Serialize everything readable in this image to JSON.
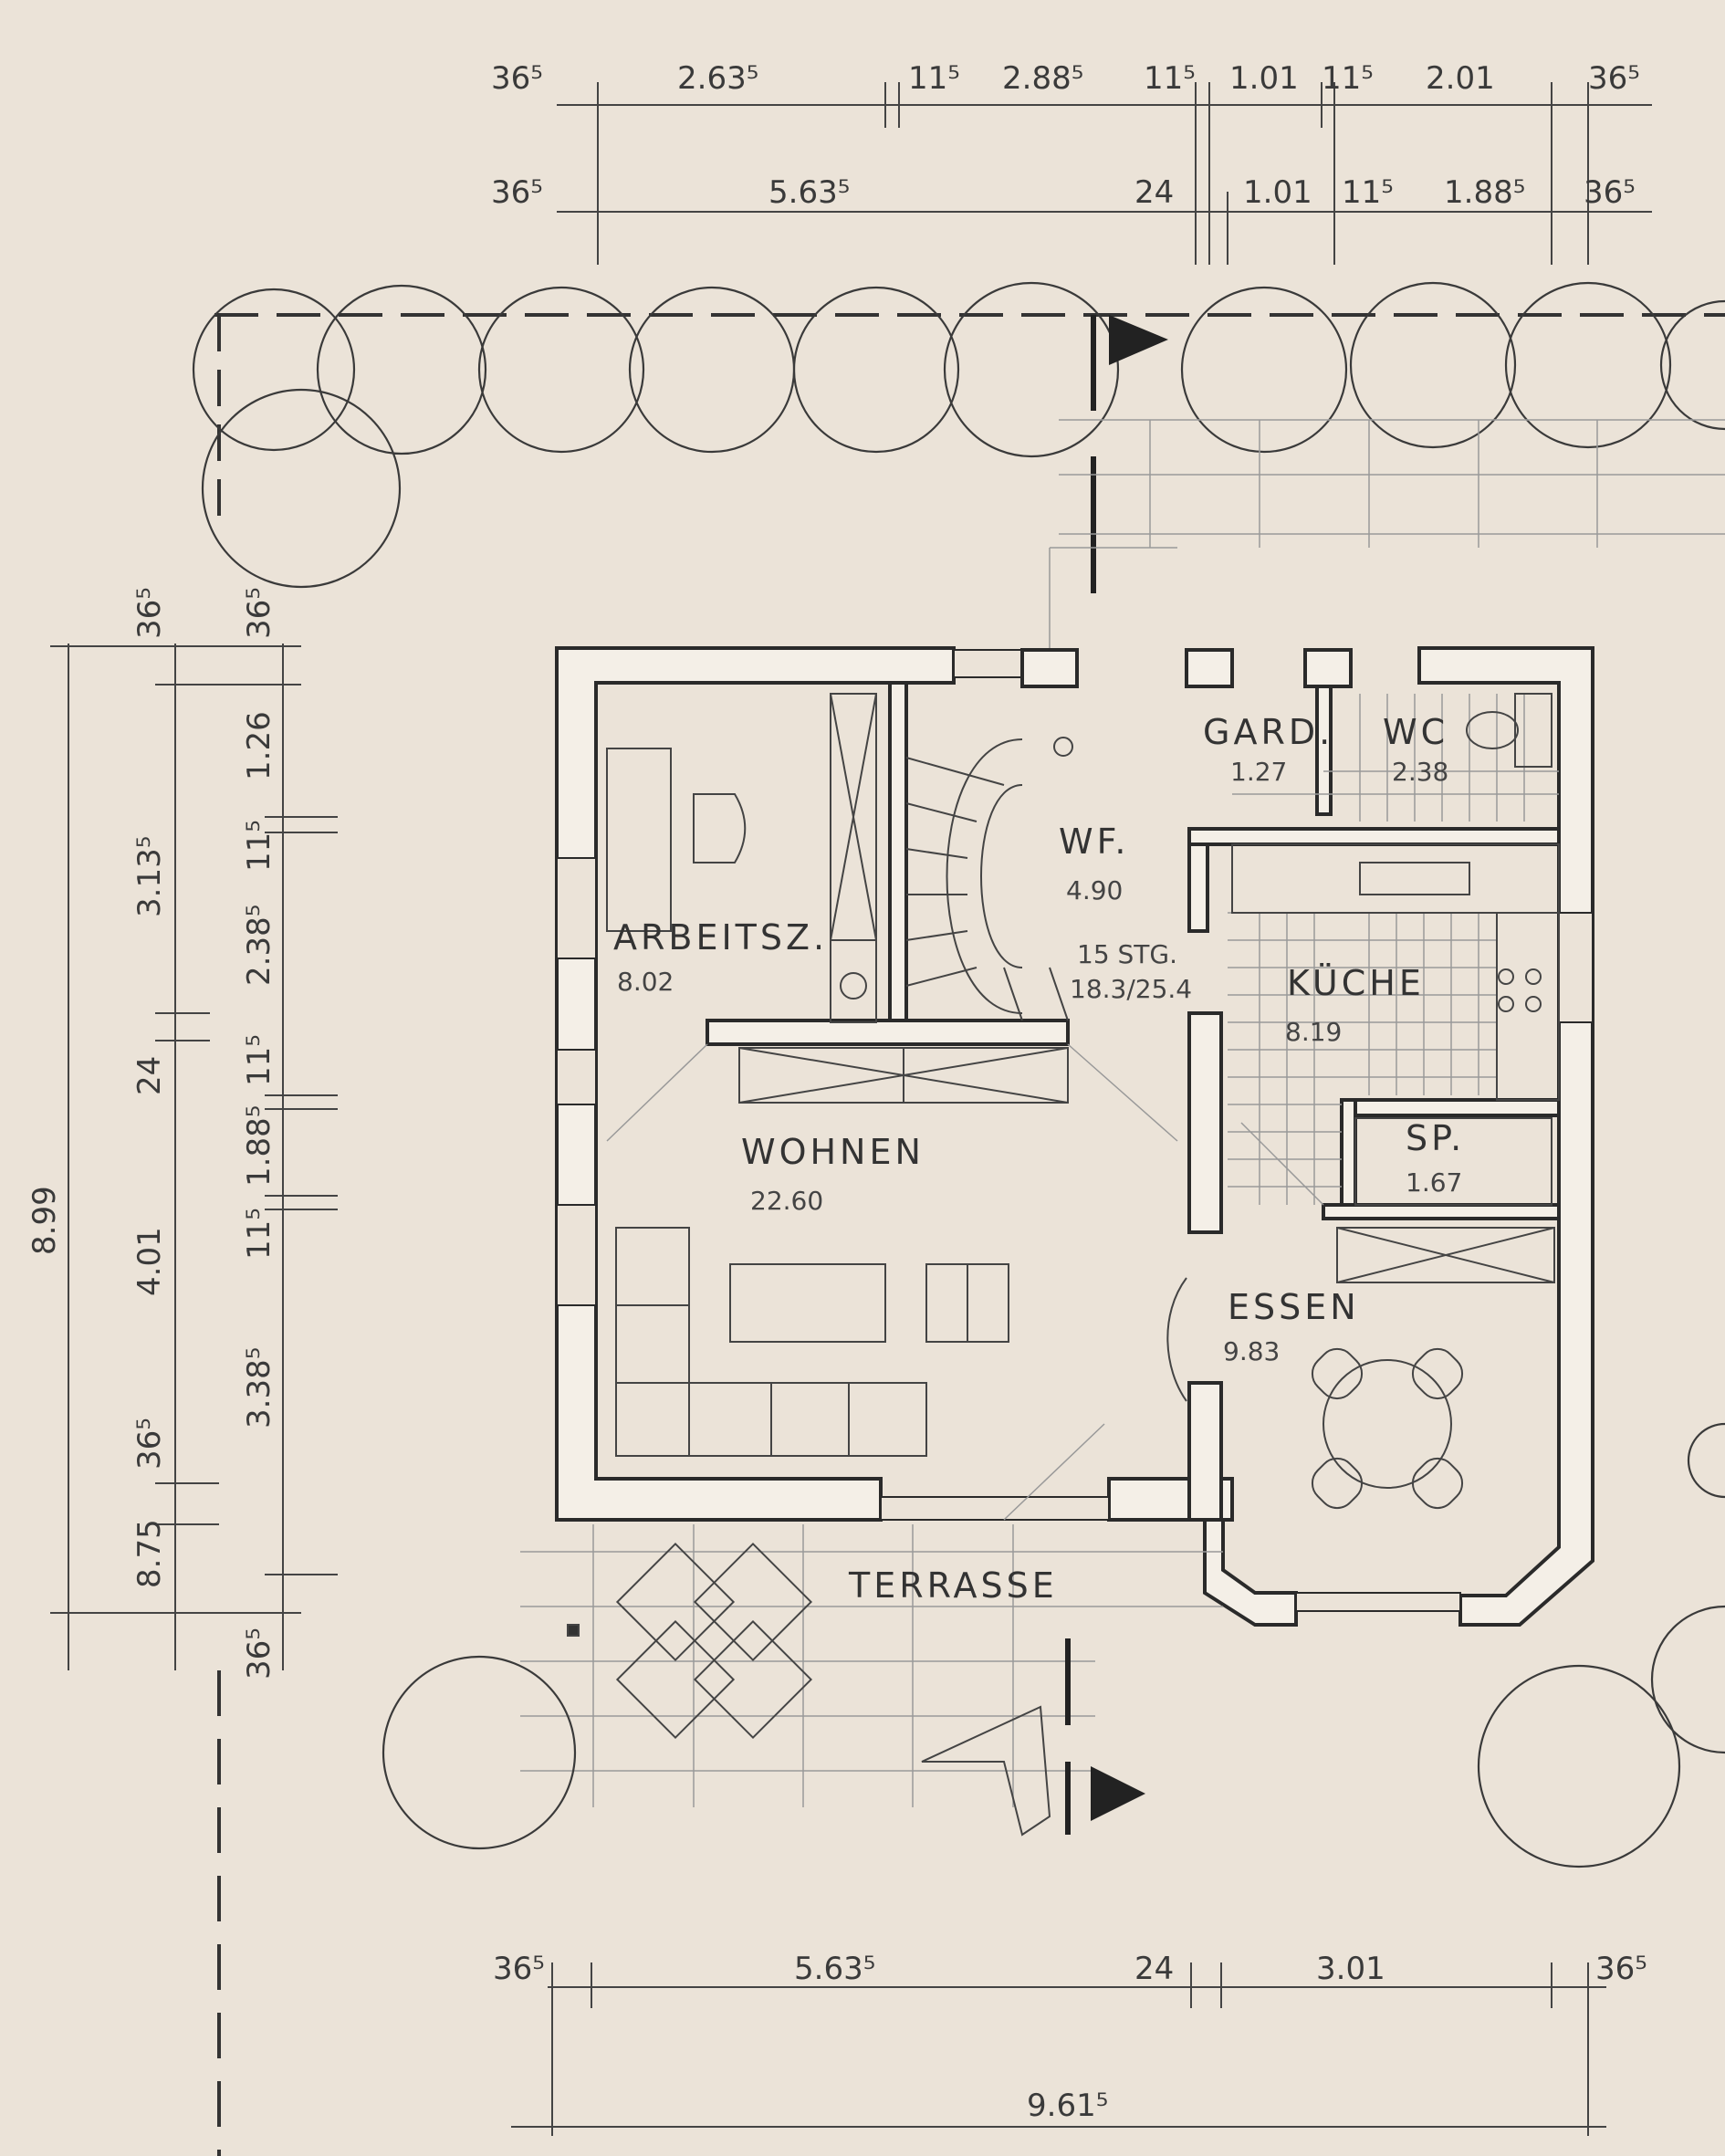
{
  "dimensions": {
    "top_row1": [
      "36⁵",
      "2.63⁵",
      "11⁵",
      "2.88⁵",
      "11⁵",
      "1.01",
      "11⁵",
      "2.01",
      "36⁵"
    ],
    "top_row2": [
      "36⁵",
      "5.63⁵",
      "24",
      "1.01",
      "11⁵",
      "1.88⁵",
      "36⁵"
    ],
    "left_total": "8.99",
    "left_outer": [
      "36⁵",
      "4.01",
      "24",
      "3.13⁵",
      "36⁵",
      "8.75"
    ],
    "left_inner": [
      "36⁵",
      "1.26",
      "11⁵",
      "2.38⁵",
      "11⁵",
      "1.88⁵",
      "11⁵",
      "3.38⁵",
      "36⁵"
    ],
    "bottom_row1": [
      "36⁵",
      "5.63⁵",
      "24",
      "3.01",
      "36⁵"
    ],
    "bottom_total": "9.61⁵"
  },
  "rooms": {
    "arbeitsz": {
      "name": "ARBEITSZ.",
      "area": "8.02"
    },
    "wf": {
      "name": "WF.",
      "area": "4.90"
    },
    "stairs": {
      "line1": "15 STG.",
      "line2": "18.3/25.4"
    },
    "gard": {
      "name": "GARD.",
      "area": "1.27"
    },
    "wc": {
      "name": "WC",
      "area": "2.38"
    },
    "kueche": {
      "name": "KÜCHE",
      "area": "8.19"
    },
    "sp": {
      "name": "SP.",
      "area": "1.67"
    },
    "wohnen": {
      "name": "WOHNEN",
      "area": "22.60"
    },
    "essen": {
      "name": "ESSEN",
      "area": "9.83"
    },
    "terrasse": {
      "name": "TERRASSE"
    }
  },
  "colors": {
    "paper": "#ebe3d8",
    "ink": "#2a2a2a"
  }
}
